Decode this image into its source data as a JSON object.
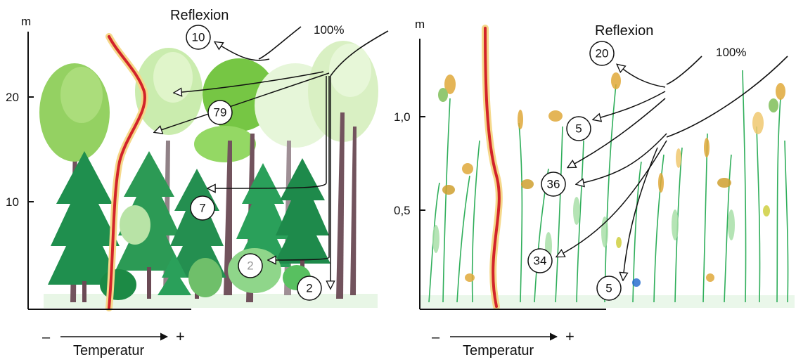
{
  "panels": [
    {
      "id": "forest",
      "unit": "m",
      "ticks": [
        "20",
        "10"
      ],
      "incoming": "100%",
      "reflection_label": "Reflexion",
      "values": [
        "10",
        "79",
        "7",
        "2",
        "2"
      ],
      "axis_label": "Temperatur",
      "axis_minus": "–",
      "axis_plus": "+"
    },
    {
      "id": "meadow",
      "unit": "m",
      "ticks": [
        "1,0",
        "0,5"
      ],
      "incoming": "100%",
      "reflection_label": "Reflexion",
      "values": [
        "20",
        "5",
        "36",
        "34",
        "5"
      ],
      "axis_label": "Temperatur",
      "axis_minus": "–",
      "axis_plus": "+"
    }
  ],
  "colors": {
    "temperature_line": "#d2232a",
    "temperature_glow": "#f5d88a",
    "conifer": "#1f8f4e",
    "deciduous": "#8fcf5a",
    "trunk": "#6b4a55",
    "grass": "#2fae5a",
    "flower_yellow": "#e0a93a"
  }
}
